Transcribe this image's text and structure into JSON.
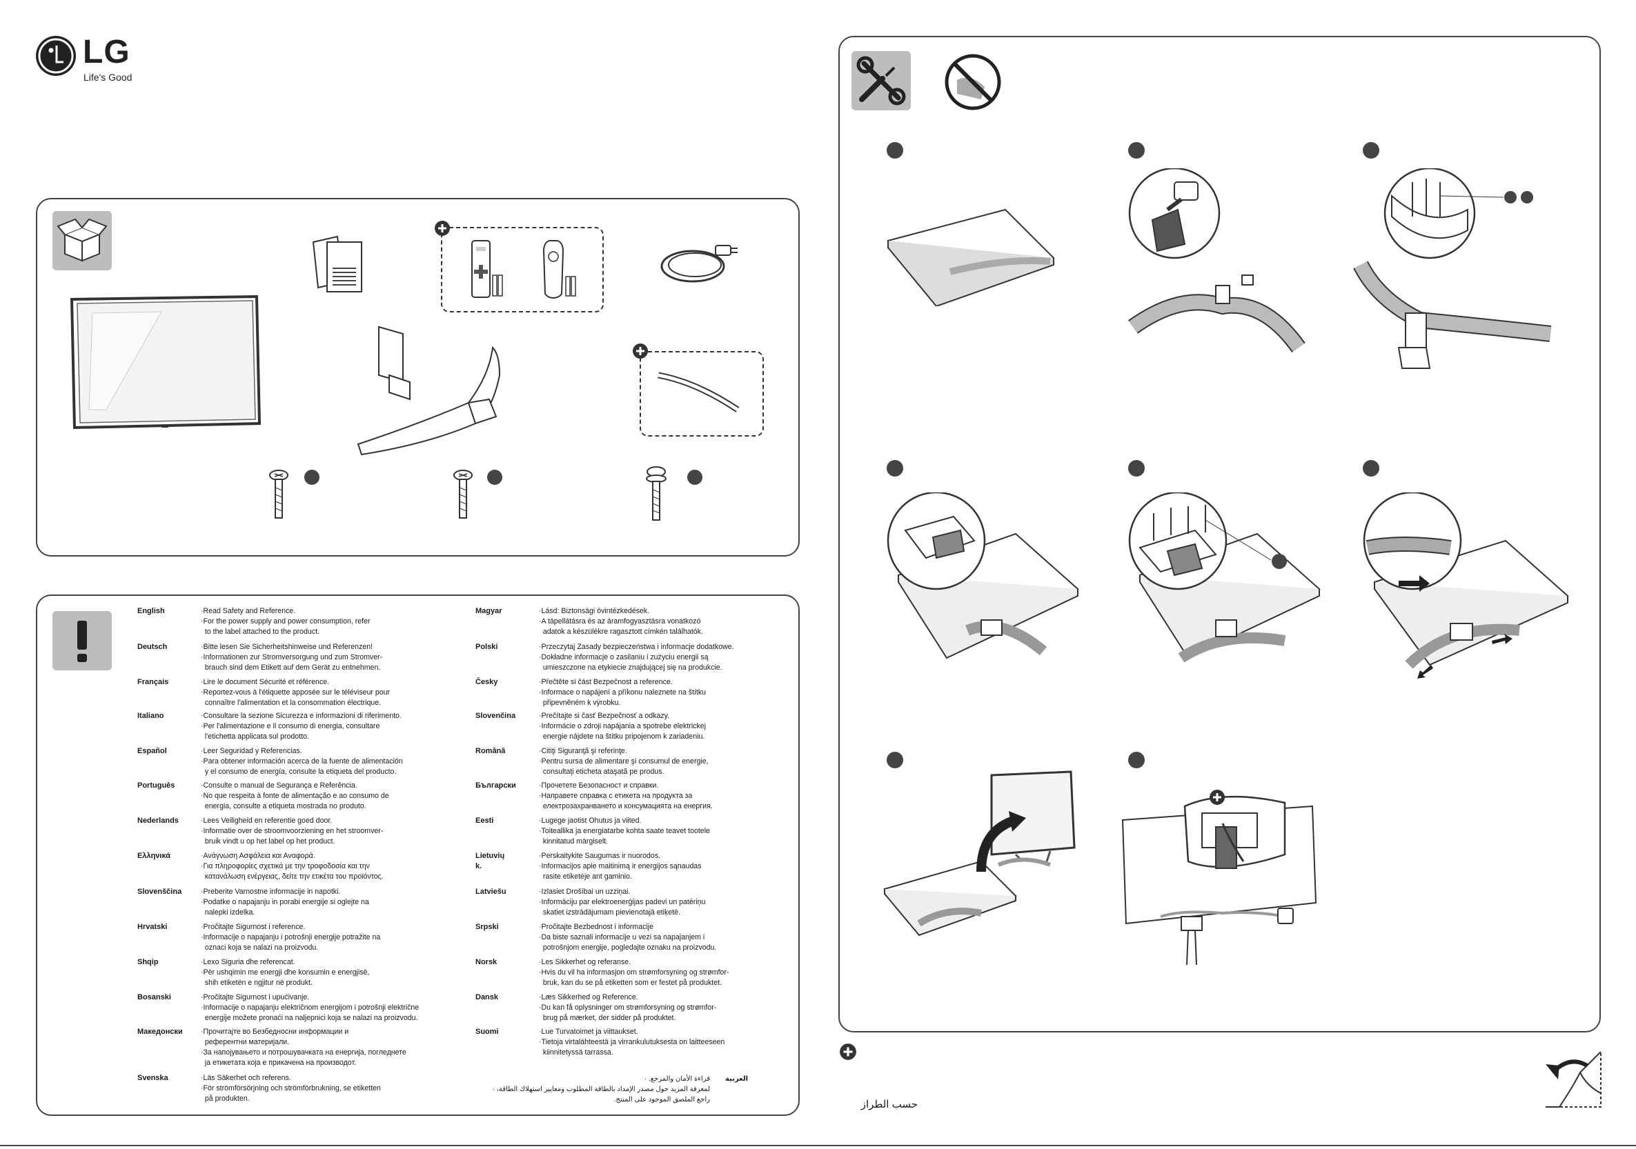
{
  "brand": {
    "name": "LG",
    "tagline": "Life's Good"
  },
  "languages": [
    {
      "name": "English",
      "lines": [
        "·Read Safety and Reference.",
        "·For the power supply and power consumption, refer",
        "  to the label attached to the product."
      ]
    },
    {
      "name": "Deutsch",
      "lines": [
        "·Bitte lesen Sie Sicherheitshinweise und Referenzen!",
        "·Informationen zur Stromversorgung und zum Stromver-",
        "  brauch sind dem Etikett auf dem Gerät zu entnehmen."
      ]
    },
    {
      "name": "Français",
      "lines": [
        "·Lire le document Sécurité et référence.",
        "·Reportez-vous à l'étiquette apposée sur le téléviseur pour",
        "  connaître l'alimentation et la consommation électrique."
      ]
    },
    {
      "name": "Italiano",
      "lines": [
        "·Consultare la sezione Sicurezza e informazioni di riferimento.",
        "·Per l'alimentazione e il consumo di energia, consultare",
        "  l'etichetta applicata sul prodotto."
      ]
    },
    {
      "name": "Español",
      "lines": [
        "·Leer Seguridad y Referencias.",
        "·Para obtener información acerca de la fuente de alimentación",
        "  y el consumo de energía, consulte la etiqueta del producto."
      ]
    },
    {
      "name": "Português",
      "lines": [
        "·Consulte o manual de Segurança e Referência.",
        "·No que respeita à fonte de alimentação e ao consumo de",
        "  energia, consulte a etiqueta mostrada no produto."
      ]
    },
    {
      "name": "Nederlands",
      "lines": [
        "·Lees Veiligheid en referentie goed door.",
        "·Informatie over de stroomvoorziening en het stroomver-",
        "  bruik vindt u op het label op het product."
      ]
    },
    {
      "name": "Ελληνικά",
      "lines": [
        "·Ανάγνωση Ασφάλεια και Αναφορά.",
        "·Για πληροφορίες σχετικά με την τροφοδοσία και την",
        "  κατανάλωση ενέργειας, δείτε την ετικέτα του προϊόντος."
      ]
    },
    {
      "name": "Slovenščina",
      "lines": [
        "·Preberite Varnostne informacije in napotki.",
        "·Podatke o napajanju in porabi energije si oglejte na",
        "  nalepki izdelka."
      ]
    },
    {
      "name": "Hrvatski",
      "lines": [
        "·Pročitajte Sigurnost i reference.",
        "·Informacije o napajanju i potrošnji energije potražite na",
        "  oznaci koja se nalazi na proizvodu."
      ]
    },
    {
      "name": "Shqip",
      "lines": [
        "·Lexo Siguria dhe referencat.",
        "·Për ushqimin me energji dhe konsumin e energjisë,",
        "  shih etiketën e ngjitur në produkt."
      ]
    },
    {
      "name": "Bosanski",
      "lines": [
        "·Pročitajte Sigurnost i upućivanje.",
        "·Informacije o napajanju električnom energijom i potrošnji električne",
        "  energije možete pronaći na naljepnici koja se nalazi na proizvodu."
      ]
    },
    {
      "name": "Македонски",
      "lines": [
        "·Прочитајте во Безбедносни информации и",
        "  референтни материјали.",
        "·За напојувањето и потрошувачката на енергија, погледнете",
        "  ја етикетата која е прикачена на производот."
      ]
    },
    {
      "name": "Svenska",
      "lines": [
        "·Läs Säkerhet och referens.",
        "·För strömförsörjning och strömförbrukning, se etiketten",
        "  på produkten."
      ]
    },
    {
      "name": "Magyar",
      "lines": [
        "·Lásd: Biztonsági óvintézkedések.",
        "·A tápellátásra és az áramfogyasztásra vonatkozó",
        "  adatok a készülékre ragasztott címkén találhatók."
      ]
    },
    {
      "name": "Polski",
      "lines": [
        "·Przeczytaj Zasady bezpieczeństwa i informacje dodatkowe.",
        "·Dokładne informacje o zasilaniu i zużyciu energii są",
        "  umieszczone na etykiecie znajdującej się na produkcie."
      ]
    },
    {
      "name": "Česky",
      "lines": [
        "·Přečtěte si část Bezpečnost a reference.",
        "·Informace o napájení a příkonu naleznete na štítku",
        "  připevněném k výrobku."
      ]
    },
    {
      "name": "Slovenčina",
      "lines": [
        "·Prečítajte si časť Bezpečnosť a odkazy.",
        "·Informácie o zdroji napájania a spotrebe elektrickej",
        "  energie nájdete na štítku pripojenom k zariadeniu."
      ]
    },
    {
      "name": "Română",
      "lines": [
        "·Citiţi Siguranţă şi referinţe.",
        "·Pentru sursa de alimentare şi consumul de energie,",
        "  consultaţi eticheta ataşată pe produs."
      ]
    },
    {
      "name": "Български",
      "lines": [
        "·Прочетете Безопасност и справки.",
        "·Направете справка с етикета на продукта за",
        "  електрозахранването и консумацията на енергия."
      ]
    },
    {
      "name": "Eesti",
      "lines": [
        "·Lugege jaotist Ohutus ja viited.",
        "·Toiteallika ja energiatarbe kohta saate teavet tootele",
        "  kinnitatud märgiselt."
      ]
    },
    {
      "name": "Lietuvių k.",
      "lines": [
        "·Perskaitykite Saugumas ir nuorodos.",
        "·Informacijos apie maitinimą ir energijos sąnaudas",
        "  rasite etiketėje ant gaminio."
      ]
    },
    {
      "name": "Latviešu",
      "lines": [
        "·Izlasiet Drošībai un uzziņai.",
        "·Informāciju par elektroenerģijas padevi un patēriņu",
        "  skatiet izstrādājumam pievienotajā etiķetē."
      ]
    },
    {
      "name": "Srpski",
      "lines": [
        "·Pročitajte Bezbednost i informacije",
        "·Da biste saznali informacije u vezi sa napajanjem i",
        "  potrošnjom energije, pogledajte oznaku na proizvodu."
      ]
    },
    {
      "name": "Norsk",
      "lines": [
        "·Les Sikkerhet og referanse.",
        "·Hvis du vil ha informasjon om strømforsyning og strømfor-",
        "  bruk, kan du se på etiketten som er festet på produktet."
      ]
    },
    {
      "name": "Dansk",
      "lines": [
        "·Læs Sikkerhed og Reference.",
        "·Du kan få oplysninger om strømforsyning og strømfor-",
        "  brug på mærket, der sidder på produktet."
      ]
    },
    {
      "name": "Suomi",
      "lines": [
        "·Lue Turvatoimet ja viittaukset.",
        "·Tietoja virtalähteestä ja virrankulutuksesta on laitteeseen",
        "  kiinnitetyssä tarrassa."
      ]
    }
  ],
  "arabic": {
    "name": "العربية",
    "lines": [
      "قراءة الأمان والمرجع.  ·",
      "لمعرفة المزيد حول مصدر الإمداد بالطاقة المطلوب ومعايير استهلاك الطاقة،  ·",
      "راجع الملصق الموجود على المنتج."
    ]
  },
  "footnote": {
    "arabic_text": "حسب الطراز"
  },
  "colors": {
    "border": "#444444",
    "icon_bg": "#bdbdbd",
    "dark": "#222222"
  }
}
